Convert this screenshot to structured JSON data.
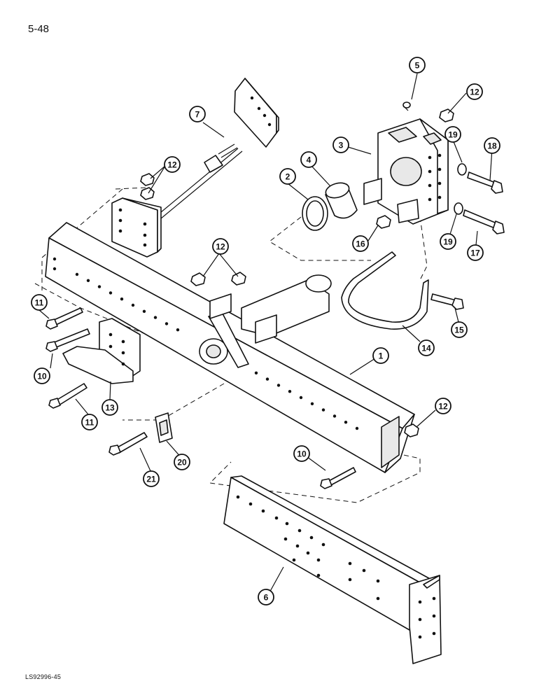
{
  "page_number": "5-48",
  "figure_code": "LS92996-45",
  "callouts": [
    {
      "id": "c1",
      "label": "1"
    },
    {
      "id": "c2",
      "label": "2"
    },
    {
      "id": "c3",
      "label": "3"
    },
    {
      "id": "c4",
      "label": "4"
    },
    {
      "id": "c5",
      "label": "5"
    },
    {
      "id": "c6",
      "label": "6"
    },
    {
      "id": "c7",
      "label": "7"
    },
    {
      "id": "c10a",
      "label": "10"
    },
    {
      "id": "c10b",
      "label": "10"
    },
    {
      "id": "c11a",
      "label": "11"
    },
    {
      "id": "c11b",
      "label": "11"
    },
    {
      "id": "c12a",
      "label": "12"
    },
    {
      "id": "c12b",
      "label": "12"
    },
    {
      "id": "c12c",
      "label": "12"
    },
    {
      "id": "c12d",
      "label": "12"
    },
    {
      "id": "c13",
      "label": "13"
    },
    {
      "id": "c14",
      "label": "14"
    },
    {
      "id": "c15",
      "label": "15"
    },
    {
      "id": "c16",
      "label": "16"
    },
    {
      "id": "c17",
      "label": "17"
    },
    {
      "id": "c18",
      "label": "18"
    },
    {
      "id": "c19a",
      "label": "19"
    },
    {
      "id": "c19b",
      "label": "19"
    },
    {
      "id": "c20",
      "label": "20"
    },
    {
      "id": "c21",
      "label": "21"
    }
  ]
}
